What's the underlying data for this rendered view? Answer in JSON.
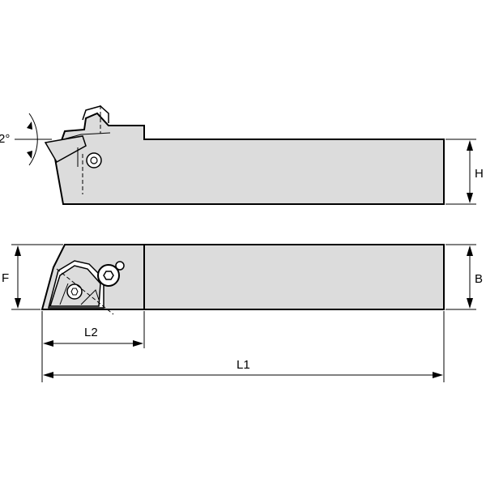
{
  "labels": {
    "angle": "2°",
    "height": "H",
    "shank_width": "B",
    "offset": "F",
    "head_length": "L2",
    "overall_length": "L1"
  }
}
